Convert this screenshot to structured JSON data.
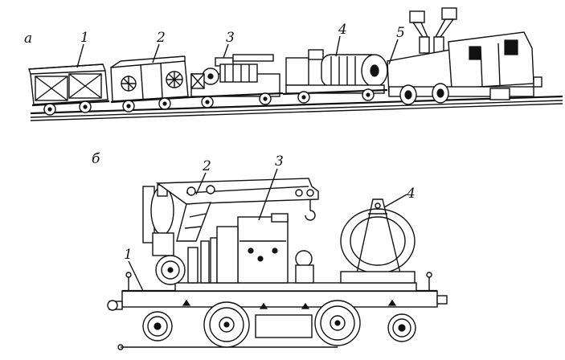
{
  "figure": {
    "panels": [
      {
        "panel_label": "а",
        "callouts": [
          "1",
          "2",
          "3",
          "4",
          "5"
        ]
      },
      {
        "panel_label": "б",
        "callouts": [
          "1",
          "2",
          "3",
          "4"
        ]
      }
    ]
  }
}
